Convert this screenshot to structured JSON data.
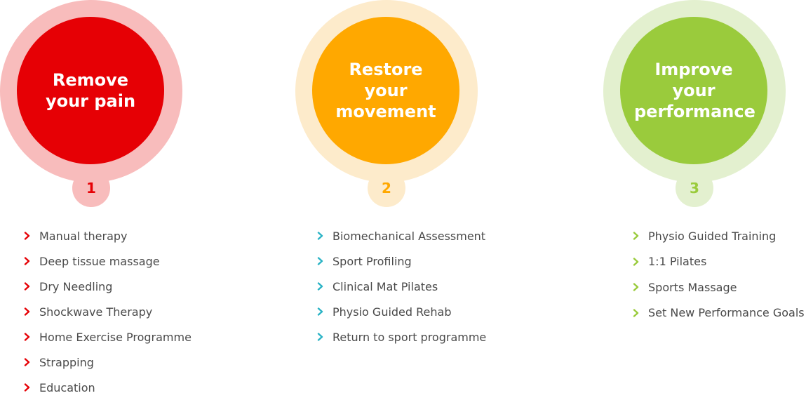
{
  "colors": {
    "stage1_main": "#e60005",
    "stage1_light": "#f8bcbc",
    "stage2_main": "#ffa800",
    "stage2_light": "#fdebcb",
    "stage3_main": "#9acb3c",
    "stage3_light": "#e3f0cf",
    "chevron_stage1": "#e60005",
    "chevron_stage2": "#2ab3c5",
    "chevron_stage3": "#9acb3c",
    "text": "#4a4a4a"
  },
  "stages": [
    {
      "title_line1": "Remove",
      "title_line2": "your pain",
      "number": "1",
      "items": [
        "Manual therapy",
        "Deep tissue massage",
        "Dry Needling",
        "Shockwave Therapy",
        "Home Exercise Programme",
        "Strapping",
        "Education"
      ]
    },
    {
      "title_line1": "Restore your",
      "title_line2": "movement",
      "number": "2",
      "items": [
        "Biomechanical Assessment",
        "Sport Profiling",
        "Clinical Mat Pilates",
        "Physio Guided Rehab",
        "Return to sport programme"
      ]
    },
    {
      "title_line1": "Improve your",
      "title_line2": "performance",
      "number": "3",
      "items": [
        "Physio Guided Training",
        "1:1 Pilates",
        "Sports Massage",
        "Set New Performance Goals"
      ]
    }
  ],
  "icons": {
    "bullet": "chevron-right-icon"
  }
}
